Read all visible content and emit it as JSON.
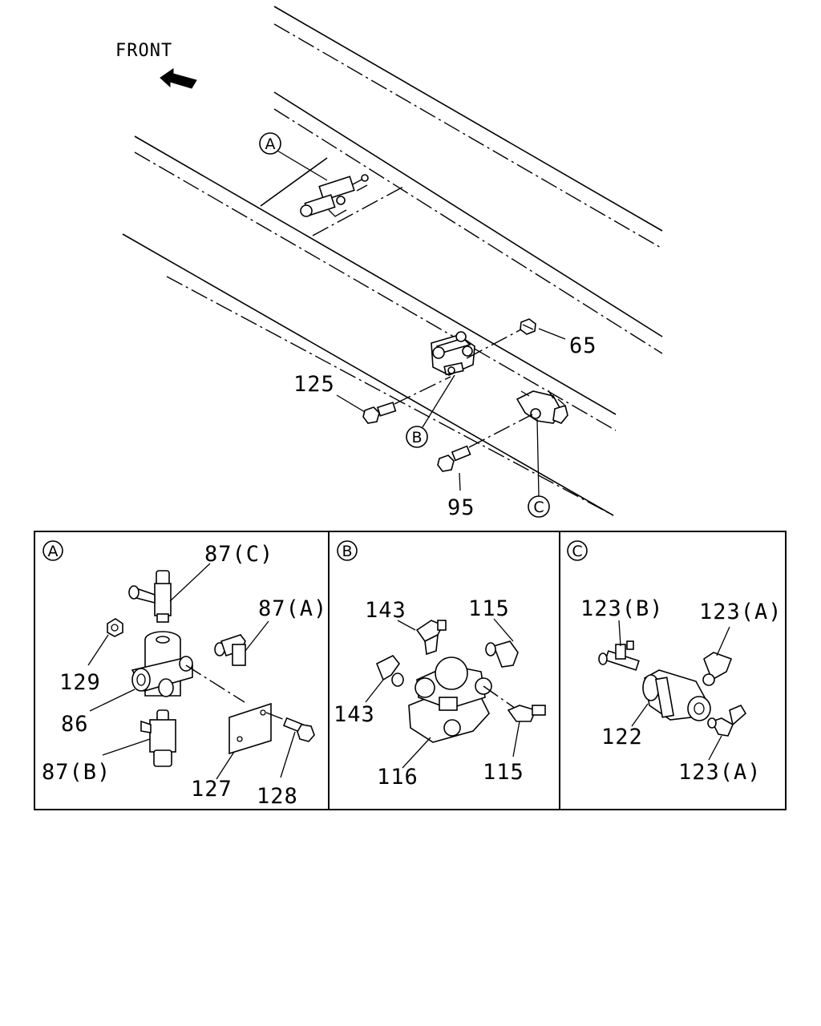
{
  "front_label": "FRONT",
  "callouts": {
    "a": "A",
    "b": "B",
    "c": "C"
  },
  "main_labels": {
    "p65": "65",
    "p125": "125",
    "p95": "95"
  },
  "panel_a": {
    "tag": "A",
    "labels": {
      "p87c": "87(C)",
      "p87a": "87(A)",
      "p129": "129",
      "p86": "86",
      "p87b": "87(B)",
      "p127": "127",
      "p128": "128"
    }
  },
  "panel_b": {
    "tag": "B",
    "labels": {
      "p143_top": "143",
      "p115_top": "115",
      "p143_left": "143",
      "p116": "116",
      "p115_bottom": "115"
    }
  },
  "panel_c": {
    "tag": "C",
    "labels": {
      "p123b": "123(B)",
      "p123a_top": "123(A)",
      "p122": "122",
      "p123a_bottom": "123(A)"
    }
  }
}
